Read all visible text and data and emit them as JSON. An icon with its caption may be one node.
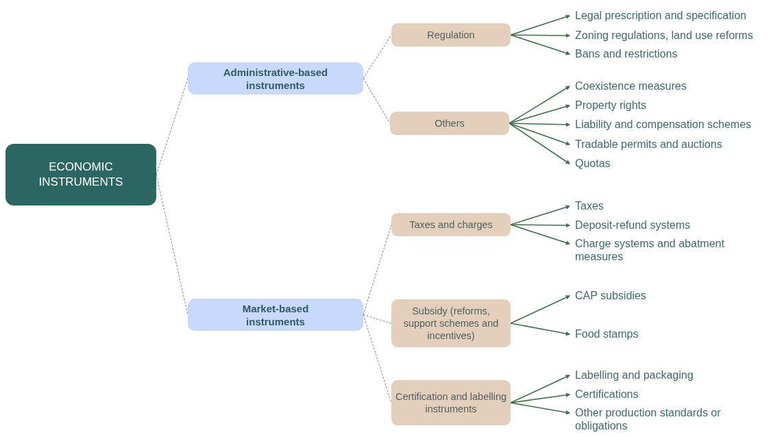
{
  "diagram": {
    "nodes": [
      {
        "text": [
          "ECONOMIC INSTRUMENTS"
        ]
      },
      {
        "text": [
          "Administrative-based instruments"
        ]
      },
      {
        "text": [
          "Regulation"
        ]
      },
      {
        "text": [
          "Legal prescription and specification"
        ]
      },
      {
        "text": [
          "Zoning regulations, land use reforms"
        ]
      },
      {
        "text": [
          "Bans and restrictions"
        ]
      },
      {
        "text": [
          "Others"
        ]
      },
      {
        "text": [
          "Coexistence measures"
        ]
      },
      {
        "text": [
          "Property rights"
        ]
      },
      {
        "text": [
          "Liability and compensation schemes"
        ]
      },
      {
        "text": [
          "Tradable permits and auctions"
        ]
      },
      {
        "text": [
          "Quotas"
        ]
      },
      {
        "text": [
          "Market-based instruments"
        ]
      },
      {
        "text": [
          "Taxes and charges"
        ]
      },
      {
        "text": [
          "Taxes"
        ]
      },
      {
        "text": [
          "Deposit-refund systems"
        ]
      },
      {
        "text": [
          "Charge systems and abatment measures"
        ]
      },
      {
        "text": [
          "Subsidy (reforms, support schemes and incentives)"
        ]
      },
      {
        "text": [
          "CAP subsidies"
        ]
      },
      {
        "text": [
          "Food stamps"
        ]
      },
      {
        "text": [
          "Certification and labelling instruments"
        ]
      },
      {
        "text": [
          "Labelling and packaging"
        ]
      },
      {
        "text": [
          "Certifications"
        ]
      },
      {
        "text": [
          "Other production standards or obligations"
        ]
      }
    ],
    "edges": [
      {
        "from": 0,
        "to": 1,
        "arrow": "none",
        "style": "dashed",
        "color": "#9a9a9a"
      },
      {
        "from": 0,
        "to": 12,
        "arrow": "none",
        "style": "dashed",
        "color": "#9a9a9a"
      },
      {
        "from": 1,
        "to": 2,
        "arrow": "none",
        "style": "dashed",
        "color": "#9a9a9a"
      },
      {
        "from": 1,
        "to": 6,
        "arrow": "none",
        "style": "dashed",
        "color": "#9a9a9a"
      },
      {
        "from": 2,
        "to": 3,
        "arrow": "to"
      },
      {
        "from": 2,
        "to": 4,
        "arrow": "to"
      },
      {
        "from": 2,
        "to": 5,
        "arrow": "to"
      },
      {
        "from": 6,
        "to": 7,
        "arrow": "to"
      },
      {
        "from": 6,
        "to": 8,
        "arrow": "to"
      },
      {
        "from": 6,
        "to": 9,
        "arrow": "to"
      },
      {
        "from": 6,
        "to": 10,
        "arrow": "to"
      },
      {
        "from": 6,
        "to": 11,
        "arrow": "to"
      },
      {
        "from": 12,
        "to": 13,
        "arrow": "none",
        "style": "dashed",
        "color": "#9a9a9a"
      },
      {
        "from": 12,
        "to": 17,
        "arrow": "none",
        "style": "dashed",
        "color": "#9a9a9a"
      },
      {
        "from": 12,
        "to": 20,
        "arrow": "none",
        "style": "dashed",
        "color": "#9a9a9a"
      },
      {
        "from": 13,
        "to": 14,
        "arrow": "to"
      },
      {
        "from": 13,
        "to": 15,
        "arrow": "to"
      },
      {
        "from": 13,
        "to": 16,
        "arrow": "to"
      },
      {
        "from": 17,
        "to": 18,
        "arrow": "to"
      },
      {
        "from": 17,
        "to": 19,
        "arrow": "to"
      },
      {
        "from": 20,
        "to": 21,
        "arrow": "to"
      },
      {
        "from": 20,
        "to": 22,
        "arrow": "to"
      },
      {
        "from": 20,
        "to": 23,
        "arrow": "to"
      }
    ]
  }
}
